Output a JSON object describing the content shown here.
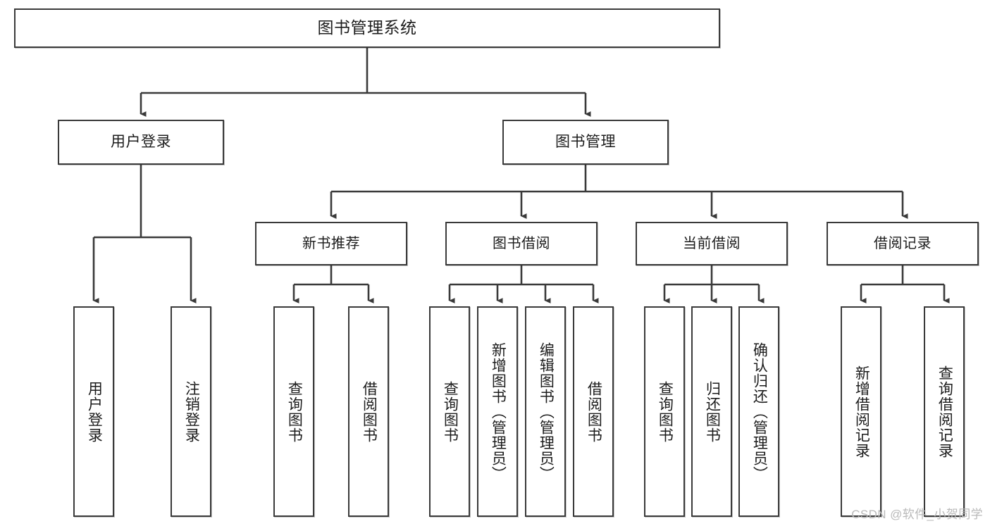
{
  "diagram": {
    "title_text": "图书管理系统",
    "type": "tree-hierarchy",
    "watermark": "CSDN @软件_小贺同学",
    "colors": {
      "background": "#ffffff",
      "box_border": "#3a3a3a",
      "box_fill": "#ffffff",
      "connector": "#3a3a3a",
      "text": "#1c1c1c",
      "watermark": "#b9b9b9"
    }
  },
  "nodes": {
    "root": {
      "label": "图书管理系统"
    },
    "level1": [
      {
        "label": "用户登录"
      },
      {
        "label": "图书管理"
      }
    ],
    "level2": [
      {
        "label": "新书推荐"
      },
      {
        "label": "图书借阅"
      },
      {
        "label": "当前借阅"
      },
      {
        "label": "借阅记录"
      }
    ],
    "leaves": {
      "user_login": [
        {
          "label": "用户登录"
        },
        {
          "label": "注销登录"
        }
      ],
      "new_book_recommend": [
        {
          "label": "查询图书"
        },
        {
          "label": "借阅图书"
        }
      ],
      "book_borrow": [
        {
          "label": "查询图书"
        },
        {
          "label": "新增图书（管理员）"
        },
        {
          "label": "编辑图书（管理员）"
        },
        {
          "label": "借阅图书"
        }
      ],
      "current_borrow": [
        {
          "label": "查询图书"
        },
        {
          "label": "归还图书"
        },
        {
          "label": "确认归还（管理员）"
        }
      ],
      "borrow_records": [
        {
          "label": "新增借阅记录"
        },
        {
          "label": "查询借阅记录"
        }
      ]
    }
  }
}
